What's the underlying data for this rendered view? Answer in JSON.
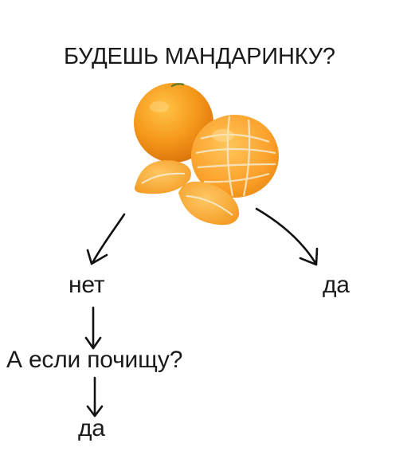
{
  "flow": {
    "question": "БУДЕШЬ МАНДАРИНКУ?",
    "answer_no": "нет",
    "answer_yes": "да",
    "followup": "А если почищу?",
    "followup_answer": "да"
  },
  "illustration": {
    "icon": "tangerine-icon",
    "colors": {
      "peel": "#f59a1a",
      "peel_shadow": "#e07a0a",
      "flesh": "#ffb640",
      "segment_line": "#f5e6c0",
      "leaf_stem": "#6a7a2a"
    }
  },
  "colors": {
    "background": "#ffffff",
    "text": "#1a1a1a",
    "arrow": "#111111"
  }
}
